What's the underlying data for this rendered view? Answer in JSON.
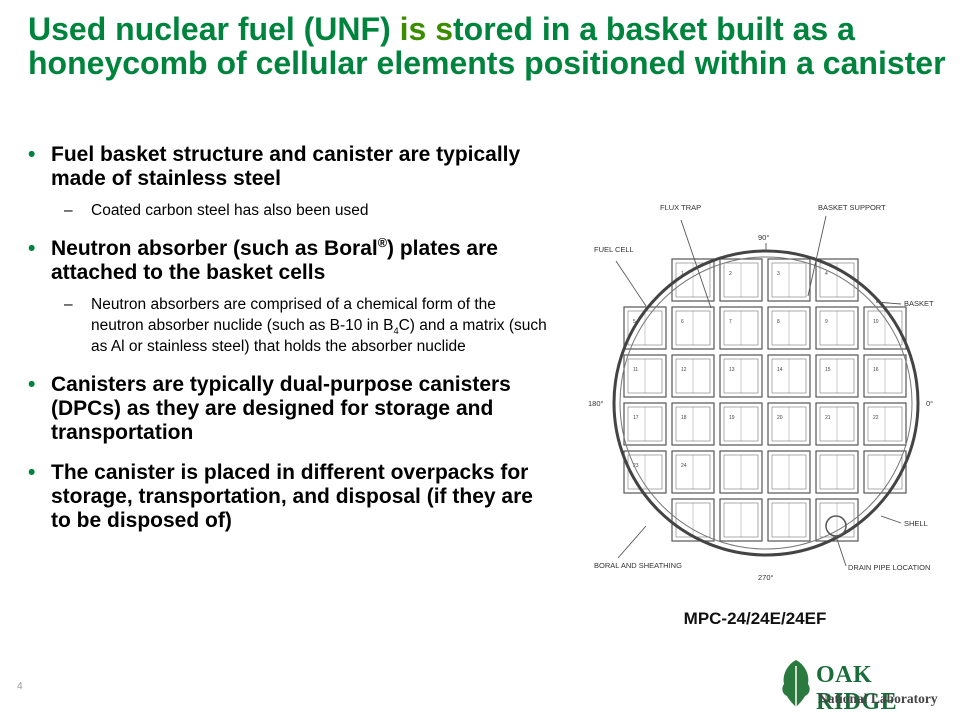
{
  "slide": {
    "title_part1": "Used nuclear fuel (UNF) ",
    "title_accent": "is s",
    "title_part2": "tored in a basket built as a honeycomb of cellular elements positioned within a canister",
    "page_number": "4"
  },
  "bullets": {
    "b1": "Fuel basket structure and canister are typically made of stainless steel",
    "b1_sub": "Coated carbon steel has also been used",
    "b2_pre": "Neutron absorber (such as Boral",
    "b2_sup": "®",
    "b2_post": ") plates are attached to the basket cells",
    "b2_sub_pre": "Neutron absorbers are comprised of a chemical form of the neutron absorber nuclide (such as B-10 in B",
    "b2_sub_subscript": "4",
    "b2_sub_post": "C) and a matrix (such as Al or stainless steel) that holds the absorber nuclide",
    "b3": "Canisters are typically dual-purpose canisters (DPCs)  as they are designed for storage and transportation",
    "b4": "The canister is placed in different overpacks for storage, transportation, and disposal (if they are to be disposed of)",
    "bullet_glyph": "•",
    "dash_glyph": "–"
  },
  "diagram": {
    "labels": {
      "flux_trap": "FLUX TRAP",
      "basket_support": "BASKET SUPPORT",
      "fuel_cell": "FUEL CELL",
      "basket": "BASKET",
      "shell": "SHELL",
      "boral_sheathing": "BORAL AND SHEATHING",
      "drain_pipe": "DRAIN PIPE LOCATION",
      "deg_90": "90°",
      "deg_180": "180°",
      "deg_0": "0°",
      "deg_270": "270°"
    },
    "cell_numbers": [
      "1",
      "2",
      "3",
      "4",
      "5",
      "6",
      "7",
      "8",
      "9",
      "10",
      "11",
      "12",
      "13",
      "14",
      "15",
      "16",
      "17",
      "18",
      "19",
      "20",
      "21",
      "22",
      "23",
      "24"
    ],
    "caption": "MPC-24/24E/24EF"
  },
  "logo": {
    "wordmark": "OAK RIDGE",
    "subtitle": "National Laboratory",
    "color": "#1a6c3a"
  },
  "colors": {
    "title": "#00843d",
    "title_accent": "#3c8c00",
    "bullet": "#00843d"
  }
}
